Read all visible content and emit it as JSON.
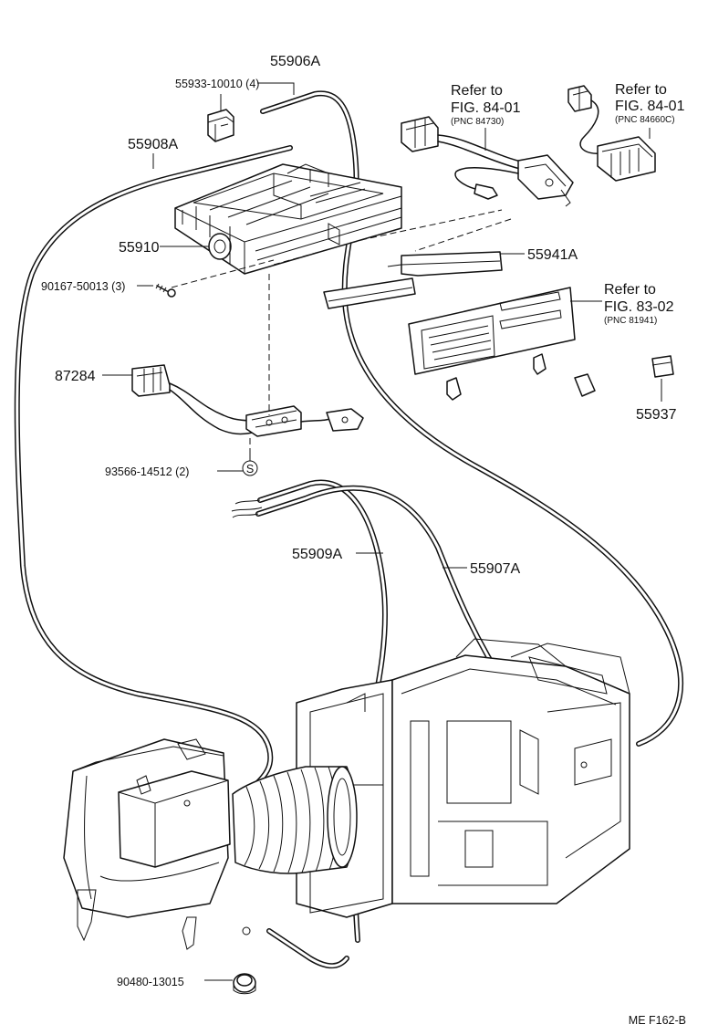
{
  "labels": {
    "p55906a": "55906A",
    "p55933": "55933-10010 (4)",
    "p55908a": "55908A",
    "p55910": "55910",
    "p90167": "90167-50013 (3)",
    "p87284": "87284",
    "p93566": "93566-14512 (2)",
    "p55941a": "55941A",
    "p55937": "55937",
    "p55909a": "55909A",
    "p55907a": "55907A",
    "p90480": "90480-13015",
    "s_symbol": "S"
  },
  "refs": {
    "ref1_line1": "Refer to",
    "ref1_line2": "FIG. 84-01",
    "ref1_pnc": "(PNC 84730)",
    "ref2_line1": "Refer to",
    "ref2_line2": "FIG. 84-01",
    "ref2_pnc": "(PNC 84660C)",
    "ref3_line1": "Refer to",
    "ref3_line2": "FIG. 83-02",
    "ref3_pnc": "(PNC 81941)"
  },
  "footer": {
    "code": "ME  F162-B"
  }
}
